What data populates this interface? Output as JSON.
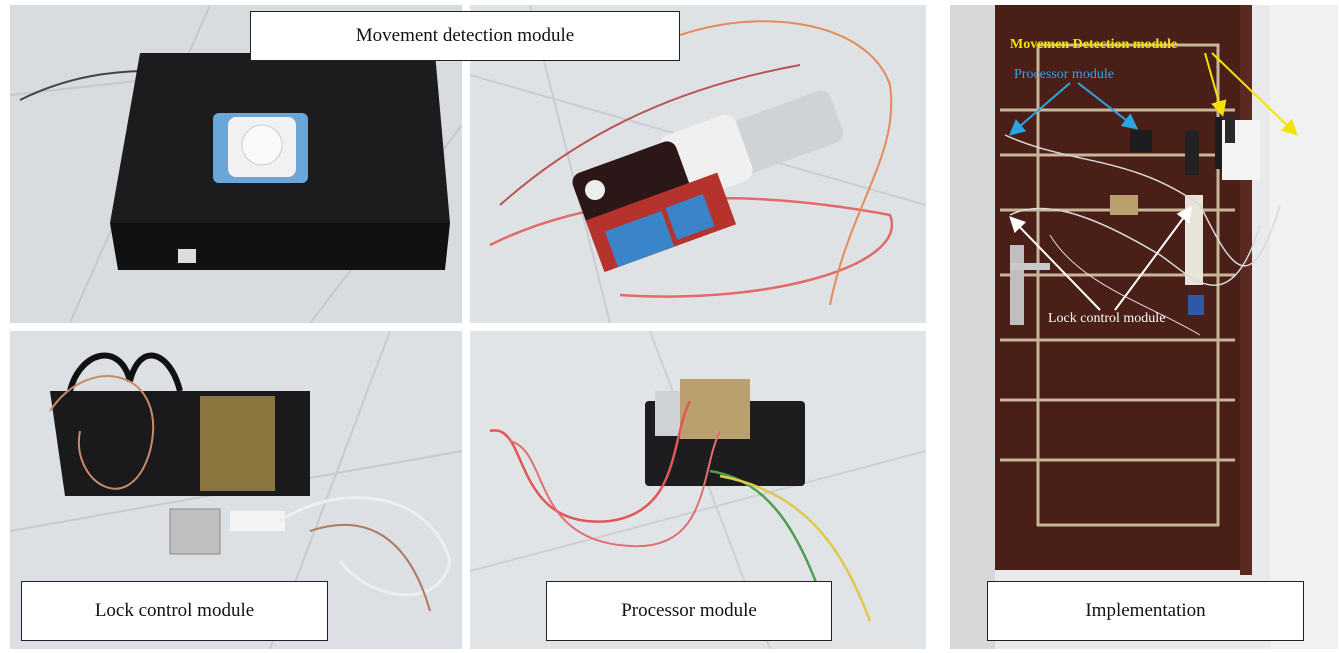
{
  "captions": {
    "movement": "Movement detection module",
    "lock": "Lock control module",
    "processor": "Processor module",
    "implementation": "Implementation"
  },
  "annotations": {
    "movement": "Movemen Detection module",
    "processor": "Processor module",
    "lock": "Lock control module"
  },
  "colors": {
    "movement_annotation": "#f2e200",
    "processor_annotation": "#2aa6e6",
    "lock_annotation": "#ffffff",
    "door": "#4a1f17",
    "floor": "#dde0e4"
  }
}
